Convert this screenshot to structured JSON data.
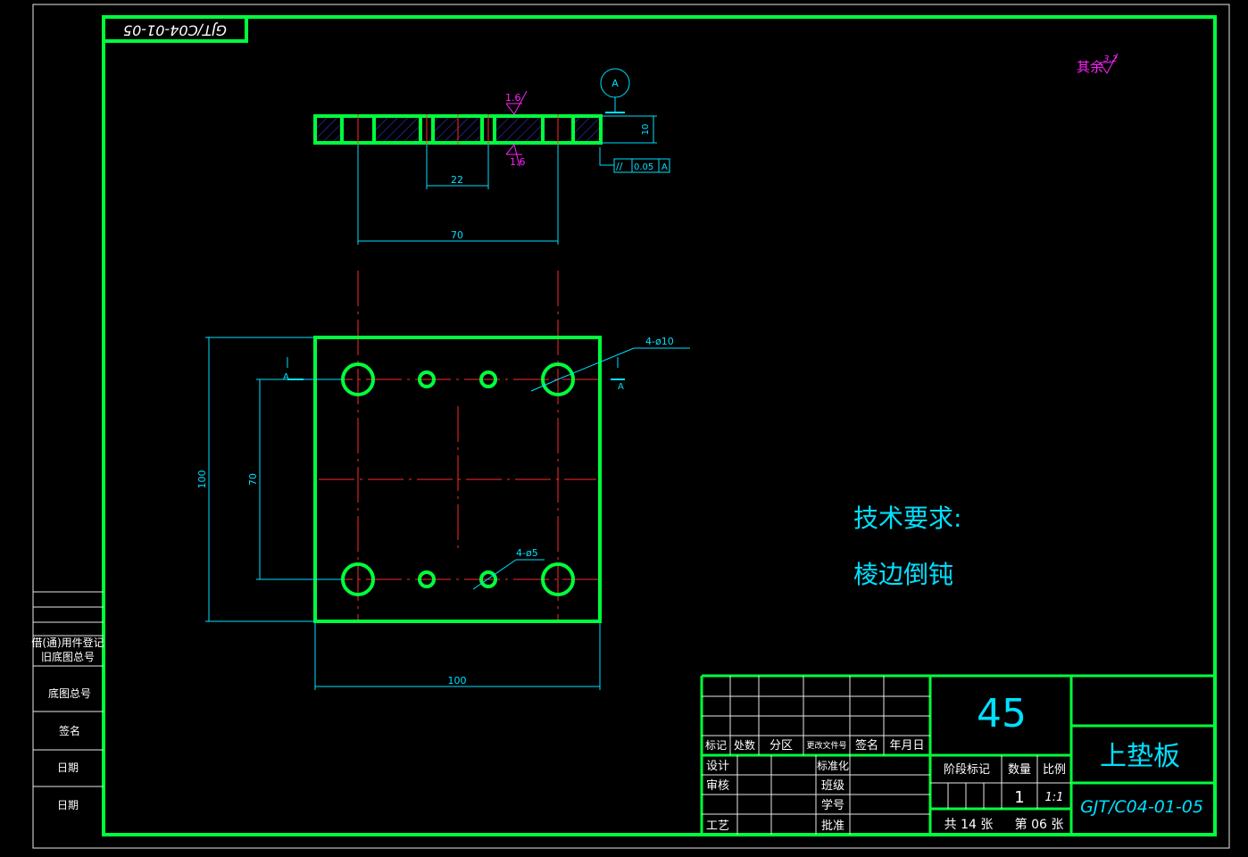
{
  "drawing_number": "GJT/C04-01-05",
  "drawing_number_mirrored": "GJT/C04-01-05",
  "surface_finish_note": "其余",
  "surface_finish_value": "3.2",
  "section_view": {
    "roughness_top": "1.6",
    "roughness_bottom": "1.6",
    "datum_label": "A",
    "thickness": "10",
    "tolerance_symbol": "//",
    "tolerance_value": "0.05",
    "tolerance_datum": "A",
    "dim_hole_spacing": "22",
    "dim_outer_spacing": "70"
  },
  "plan_view": {
    "big_hole_callout": "4-ø10",
    "small_hole_callout": "4-ø5",
    "section_mark_left": "A",
    "section_mark_right": "A",
    "dim_height": "100",
    "dim_inner_height": "70",
    "dim_width": "100"
  },
  "tech_requirements": {
    "title": "技术要求:",
    "line1": "棱边倒钝"
  },
  "left_stamp": {
    "row1": "借(通)用件登记",
    "row2": "旧底图总号",
    "row3": "底图总号",
    "row4": "签名",
    "row5": "日期",
    "row6": "日期"
  },
  "title_block": {
    "material": "45",
    "part_name": "上垫板",
    "drawing_number": "GJT/C04-01-05",
    "rev_headers": [
      "标记",
      "处数",
      "分区",
      "更改文件号",
      "签名",
      "年月日"
    ],
    "roles": [
      "设计",
      "审核",
      "",
      "工艺"
    ],
    "roles2": [
      "标准化",
      "班级",
      "学号",
      "批准"
    ],
    "stage_headers": [
      "阶段标记",
      "数量",
      "比例"
    ],
    "quantity": "1",
    "scale": "1:1",
    "total_sheets": "共 14 张",
    "sheet_no": "第 06 张"
  }
}
